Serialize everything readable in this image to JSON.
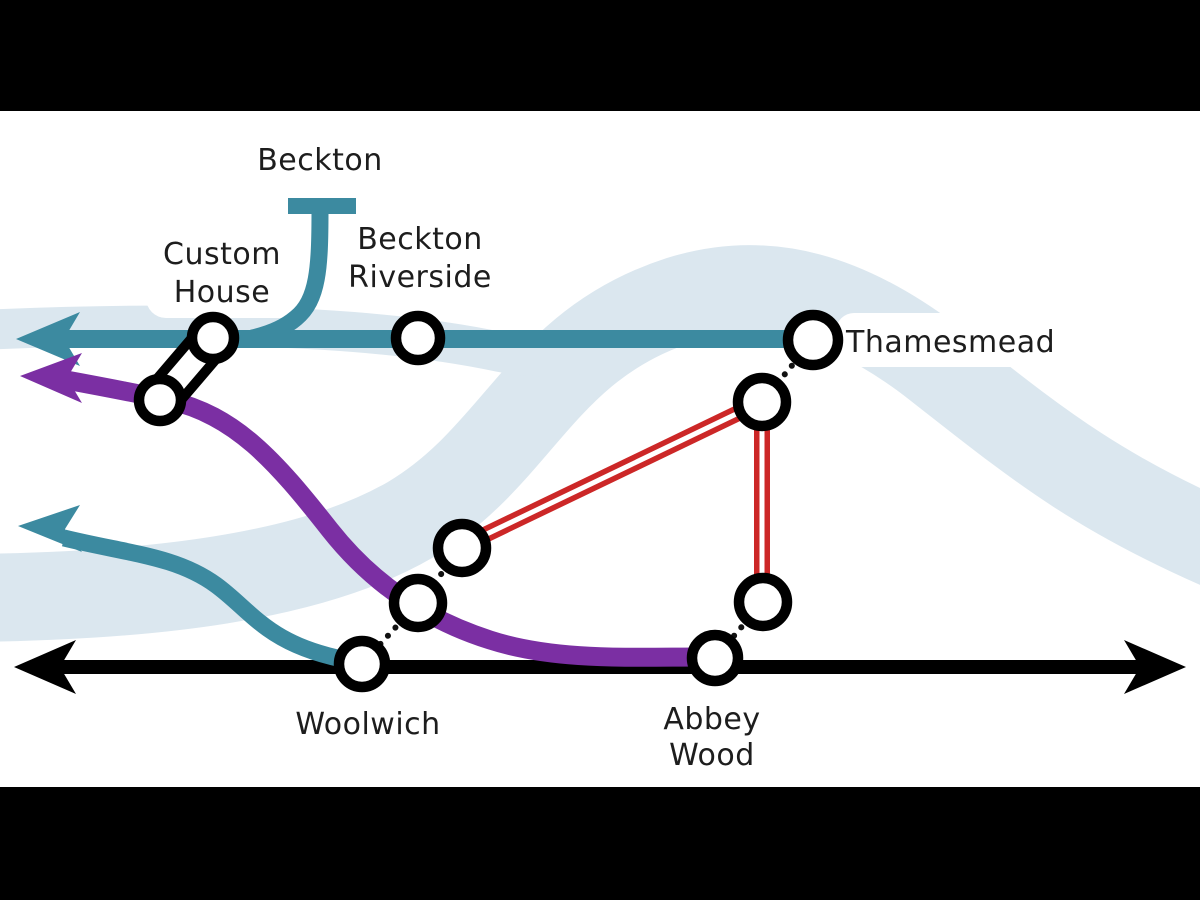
{
  "scene": {
    "kind": "stylised transit map, letterboxed video frame",
    "letterbox_color": "#000000",
    "background_color": "#ffffff"
  },
  "colors": {
    "dlr_teal": "#3c8aa0",
    "elizabeth_purple": "#7b2fa3",
    "proposed_red": "#cc2727",
    "national_rail_black": "#000000",
    "river_blue": "#dbe7ef",
    "station_fill": "#ffffff",
    "station_ring": "#000000",
    "label_text": "#1d1d1d"
  },
  "labels": {
    "beckton": "Beckton",
    "custom_house": [
      "Custom",
      "House"
    ],
    "beckton_riverside": [
      "Beckton",
      "Riverside"
    ],
    "thamesmead": "Thamesmead",
    "woolwich": "Woolwich",
    "abbey_wood": [
      "Abbey",
      "Wood"
    ]
  },
  "stations": [
    {
      "name": "Beckton",
      "marker": "teal T-bar terminus"
    },
    {
      "name": "Custom House",
      "marker": "double-circle interchange dumbbell"
    },
    {
      "name": "Beckton Riverside",
      "marker": "circle on teal line"
    },
    {
      "name": "Thamesmead",
      "marker": "circle on teal line, dashed link to unlabeled circle on red line"
    },
    {
      "name": "Woolwich",
      "marker": "circle on black line, dashed links to two unlabeled circles above"
    },
    {
      "name": "Abbey Wood",
      "marker": "circle where purple line ends on black line, dashed link to unlabeled circle on red line"
    }
  ],
  "unlabeled_markers": 4,
  "lines": [
    {
      "id": "dlr",
      "color": "#3c8aa0",
      "style": "solid, left arrow, Beckton spur and S-curve Woolwich spur with arrow"
    },
    {
      "id": "elizabeth",
      "color": "#7b2fa3",
      "style": "solid curve, left arrow, ends at Abbey Wood"
    },
    {
      "id": "national-rail",
      "color": "#000000",
      "style": "straight horizontal, arrowheads both ends"
    },
    {
      "id": "proposed-extension",
      "color": "#cc2727",
      "style": "double red line triangle legs via Thamesmead"
    },
    {
      "id": "river-thames",
      "color": "#dbe7ef",
      "style": "wide pale meandering band"
    }
  ]
}
